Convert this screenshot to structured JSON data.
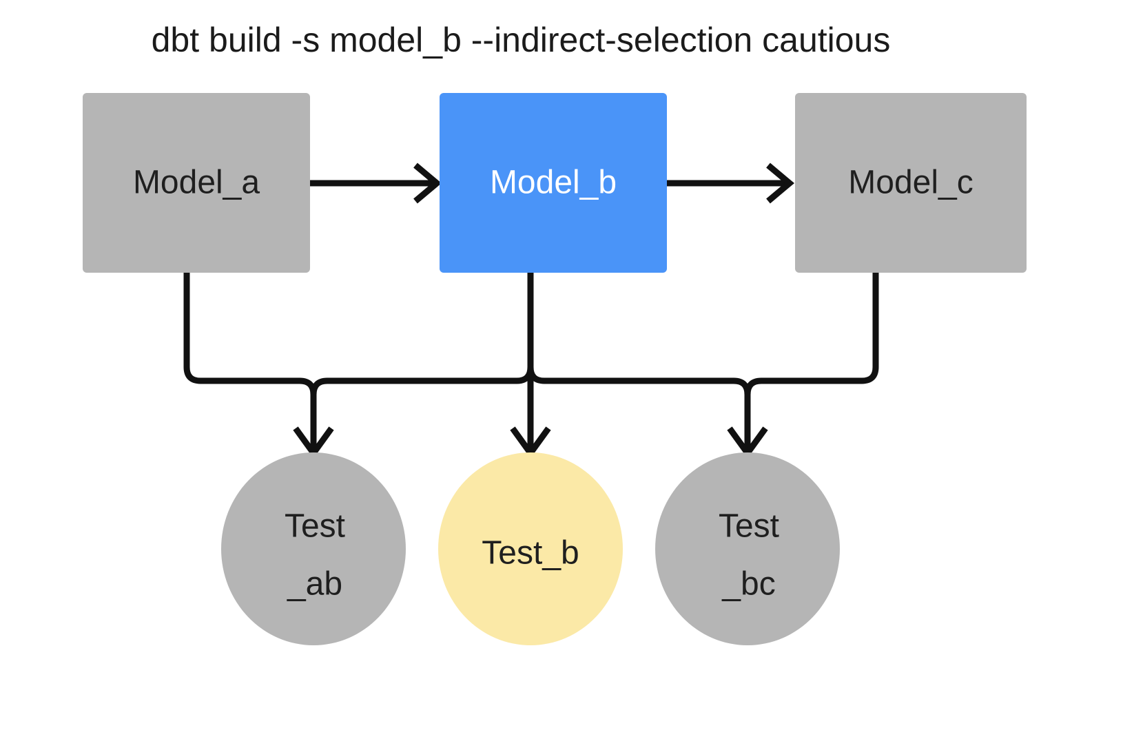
{
  "title": "dbt build -s model_b --indirect-selection cautious",
  "colors": {
    "background": "#ffffff",
    "node_gray": "#b5b5b5",
    "node_blue": "#4a94f8",
    "node_yellow": "#fbe9a7",
    "text_dark": "#1f1f1f",
    "text_light": "#ffffff",
    "edge": "#111111"
  },
  "nodes": {
    "model_a": {
      "label": "Model_a",
      "shape": "rectangle",
      "fill": "#b5b5b5",
      "text_color": "#1f1f1f",
      "selected": false
    },
    "model_b": {
      "label": "Model_b",
      "shape": "rectangle",
      "fill": "#4a94f8",
      "text_color": "#ffffff",
      "selected": true
    },
    "model_c": {
      "label": "Model_c",
      "shape": "rectangle",
      "fill": "#b5b5b5",
      "text_color": "#1f1f1f",
      "selected": false
    },
    "test_ab": {
      "label_line1": "Test",
      "label_line2": "_ab",
      "shape": "circle",
      "fill": "#b5b5b5",
      "text_color": "#1f1f1f",
      "selected": false
    },
    "test_b": {
      "label": "Test_b",
      "shape": "circle",
      "fill": "#fbe9a7",
      "text_color": "#1f1f1f",
      "selected": true
    },
    "test_bc": {
      "label_line1": "Test",
      "label_line2": "_bc",
      "shape": "circle",
      "fill": "#b5b5b5",
      "text_color": "#1f1f1f",
      "selected": false
    }
  },
  "edges": [
    {
      "from": "model_a",
      "to": "model_b",
      "style": "arrow"
    },
    {
      "from": "model_b",
      "to": "model_c",
      "style": "arrow"
    },
    {
      "from": "model_a",
      "to": "test_ab",
      "style": "arrow"
    },
    {
      "from": "model_b",
      "to": "test_ab",
      "style": "arrow"
    },
    {
      "from": "model_b",
      "to": "test_b",
      "style": "arrow"
    },
    {
      "from": "model_b",
      "to": "test_bc",
      "style": "arrow"
    },
    {
      "from": "model_c",
      "to": "test_bc",
      "style": "arrow"
    }
  ]
}
